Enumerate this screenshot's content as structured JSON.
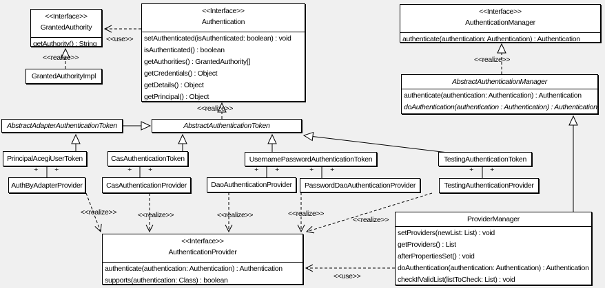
{
  "edge_labels": {
    "use": "<<use>>",
    "realize": "<<realize>>",
    "plus": "+"
  },
  "classes": {
    "granted_authority": {
      "stereotype": "<<Interface>>",
      "name": "GrantedAuthority",
      "methods": [
        "getAuthority() : String"
      ]
    },
    "granted_authority_impl": {
      "name": "GrantedAuthorityImpl"
    },
    "authentication": {
      "stereotype": "<<Interface>>",
      "name": "Authentication",
      "methods": [
        "setAuthenticated(isAuthenticated: boolean) : void",
        "isAuthenticated() : boolean",
        "getAuthorities() : GrantedAuthority[]",
        "getCredentials() : Object",
        "getDetails() : Object",
        "getPrincipal() : Object"
      ]
    },
    "authentication_manager": {
      "stereotype": "<<Interface>>",
      "name": "AuthenticationManager",
      "methods": [
        "authenticate(authentication: Authentication) : Authentication"
      ]
    },
    "abstract_authentication_manager": {
      "name": "AbstractAuthenticationManager",
      "methods": [
        "authenticate(authentication: Authentication) : Authentication",
        "doAuthentication(authentication : Authentication) : Authentication"
      ]
    },
    "abstract_adapter_authentication_token": {
      "name": "AbstractAdapterAuthenticationToken"
    },
    "abstract_authentication_token": {
      "name": "AbstractAuthenticationToken"
    },
    "principal_acegi_user_token": {
      "name": "PrincipalAcegiUserToken"
    },
    "cas_authentication_token": {
      "name": "CasAuthenticationToken"
    },
    "username_password_authentication_token": {
      "name": "UsernamePasswordAuthenticationToken"
    },
    "testing_authentication_token": {
      "name": "TestingAuthenticationToken"
    },
    "auth_by_adapter_provider": {
      "name": "AuthByAdapterProvider"
    },
    "cas_authentication_provider": {
      "name": "CasAuthenticationProvider"
    },
    "dao_authentication_provider": {
      "name": "DaoAuthenticationProvider"
    },
    "password_dao_authentication_provider": {
      "name": "PasswordDaoAuthenticationProvider"
    },
    "testing_authentication_provider": {
      "name": "TestingAuthenticationProvider"
    },
    "authentication_provider": {
      "stereotype": "<<Interface>>",
      "name": "AuthenticationProvider",
      "methods": [
        "authenticate(authentication: Authentication) : Authentication",
        "supports(authentication: Class) : boolean"
      ]
    },
    "provider_manager": {
      "name": "ProviderManager",
      "methods": [
        "setProviders(newList: List) : void",
        "getProviders() : List",
        "afterPropertiesSet() : void",
        "doAuthentication(authentication: Authentication) : Authentication",
        "checkIfValidList(listToCheck: List) : void"
      ]
    }
  }
}
